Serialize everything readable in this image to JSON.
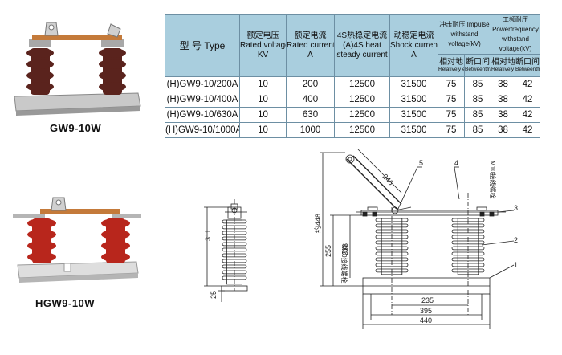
{
  "captions": {
    "top": "GW9-10W",
    "bottom": "HGW9-10W"
  },
  "table": {
    "h_type": "型 号 Type",
    "h_voltage_cn": "额定电压",
    "h_voltage_en": "Rated voltage",
    "h_voltage_unit": "KV",
    "h_current_cn": "额定电流",
    "h_current_en": "Rated current",
    "h_current_unit": "A",
    "h_heat_cn": "4S热稳定电流",
    "h_heat_en1": "(A)4S heat",
    "h_heat_en2": "steady current",
    "h_shock_cn": "动稳定电流",
    "h_shock_en": "Shock current",
    "h_shock_unit": "A",
    "h_impulse": "冲击耐压 Impulse withstand voltage(kV)",
    "h_power": "工频耐压 Powerfrequency withstand voltage(kV)",
    "sub_earth_cn": "相对地",
    "sub_earth_en": "Relatively earth",
    "sub_fracture_cn": "断口间",
    "sub_fracture_en": "Betweentfracture",
    "rows": [
      [
        "(H)GW9-10/200A",
        "10",
        "200",
        "12500",
        "31500",
        "75",
        "85",
        "38",
        "42"
      ],
      [
        "(H)GW9-10/400A",
        "10",
        "400",
        "12500",
        "31500",
        "75",
        "85",
        "38",
        "42"
      ],
      [
        "(H)GW9-10/630A",
        "10",
        "630",
        "12500",
        "31500",
        "75",
        "85",
        "38",
        "42"
      ],
      [
        "(H)GW9-10/1000A",
        "10",
        "1000",
        "12500",
        "31500",
        "75",
        "85",
        "38",
        "42"
      ]
    ]
  },
  "drawing": {
    "dim_311": "311",
    "dim_25": "25",
    "dim_246": "246",
    "dim_phi448": "约448",
    "dim_255": "255",
    "dim_233": "233",
    "dim_235": "235",
    "dim_395": "395",
    "dim_440": "440",
    "bolt_label": "M10接线螺栓",
    "callouts": [
      "1",
      "2",
      "3",
      "4",
      "5"
    ]
  },
  "colors": {
    "header_bg": "#a9cede",
    "porcelain_brown": "#6b2a22",
    "porcelain_red": "#b8261c",
    "copper": "#c47a3a"
  }
}
